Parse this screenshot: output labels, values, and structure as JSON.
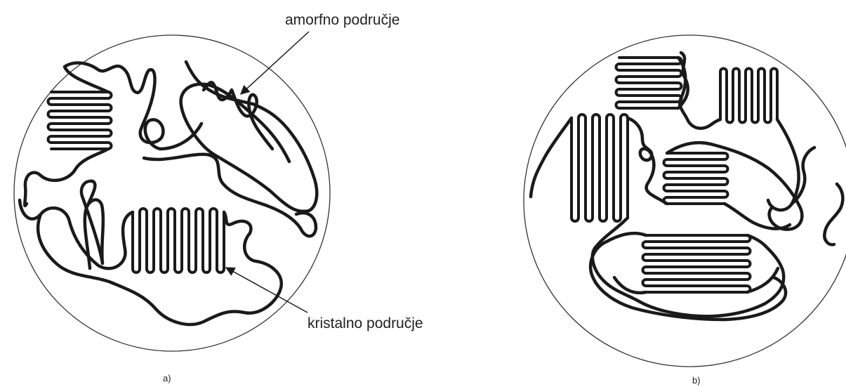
{
  "labels": {
    "amorphous": "amorfno područje",
    "crystalline": "kristalno područje",
    "panel_a": "a)",
    "panel_b": "b)"
  },
  "colors": {
    "ink": "#1a1a1a",
    "background": "#ffffff"
  }
}
